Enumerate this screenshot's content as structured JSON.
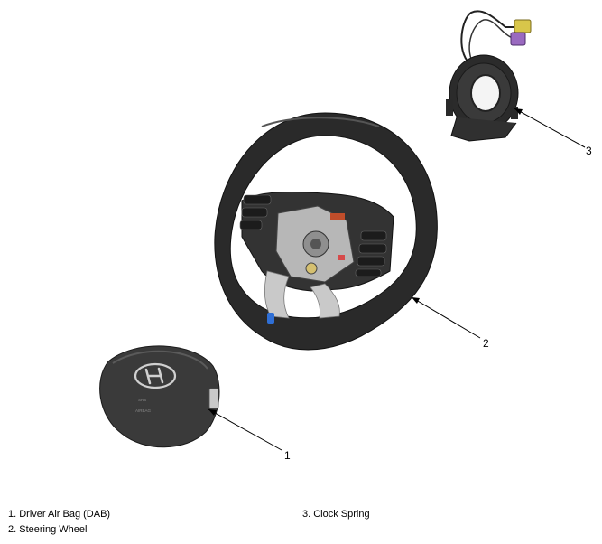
{
  "callouts": {
    "clock_spring_number": "3",
    "steering_wheel_number": "2",
    "airbag_number": "1"
  },
  "airbag_text": {
    "small_mark": "SRS",
    "airbag_label": "AIRBAG"
  },
  "legend": [
    "1. Driver Air Bag (DAB)",
    "2. Steering Wheel",
    "3. Clock Spring"
  ],
  "colors": {
    "wheel_rim": "#2a2a2a",
    "airbag_cover": "#3a3a3a",
    "chrome": "#c9c9c9",
    "blue_accent": "#2f6fd6",
    "connector_yellow": "#d8c64a",
    "connector_purple": "#9a6ac0"
  }
}
